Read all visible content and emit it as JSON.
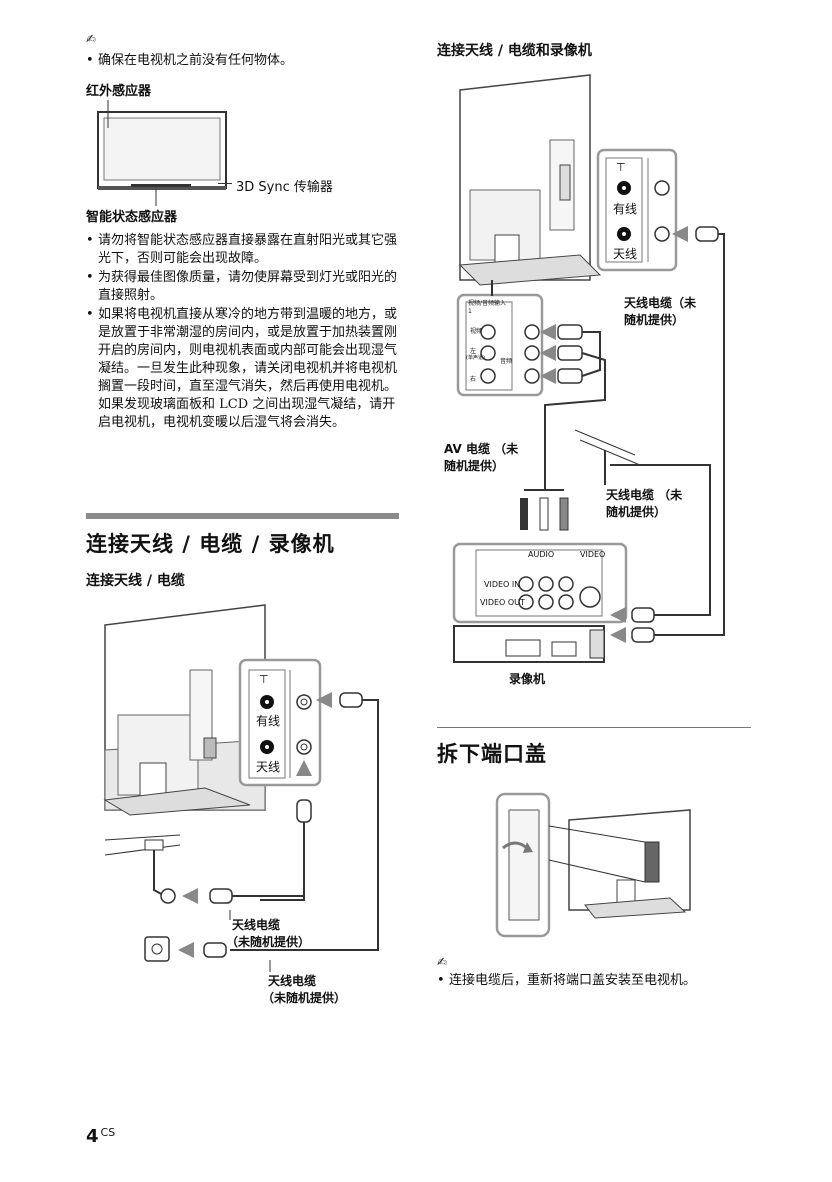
{
  "left": {
    "note1": "确保在电视机之前没有任何物体。",
    "sensor_label": "红外感应器",
    "sync_label": "3D Sync 传输器",
    "smart_label": "智能状态感应器",
    "bullets": [
      "请勿将智能状态感应器直接暴露在直射阳光或其它强光下，否则可能会出现故障。",
      "为获得最佳图像质量，请勿使屏幕受到灯光或阳光的直接照射。",
      "如果将电视机直接从寒冷的地方带到温暖的地方，或是放置于非常潮湿的房间内，或是放置于加热装置刚开启的房间内，则电视机表面或内部可能会出现湿气凝结。一旦发生此种现象，请关闭电视机并将电视机搁置一段时间，直至湿气消失，然后再使用电视机。如果发现玻璃面板和 LCD 之间出现湿气凝结，请开启电视机，电视机变暖以后湿气将会消失。"
    ],
    "section_title": "连接天线 / 电缆 / 录像机",
    "sub_title": "连接天线 / 电缆",
    "diagram": {
      "cable": "有线",
      "antenna": "天线",
      "cable_note1_line1": "天线电缆",
      "cable_note1_line2": "（未随机提供）",
      "cable_note2_line1": "天线电缆",
      "cable_note2_line2": "（未随机提供）"
    }
  },
  "right": {
    "sub_title": "连接天线 / 电缆和录像机",
    "diagram": {
      "cable": "有线",
      "antenna": "天线",
      "ant_cable_line1": "天线电缆（未",
      "ant_cable_line2": "随机提供）",
      "av_cable_line1": "AV 电缆 （未",
      "av_cable_line2": "随机提供）",
      "ant_cable2_line1": "天线电缆 （未",
      "ant_cable2_line2": "随机提供）",
      "panel_title": "视频/音频输入",
      "panel_num": "1",
      "panel_video": "视频",
      "panel_left": "左",
      "panel_left_sub": "(单声道)",
      "panel_audio": "音频",
      "panel_right": "右",
      "audio": "AUDIO",
      "video": "VIDEO",
      "video_in": "VIDEO IN",
      "video_out": "VIDEO OUT",
      "vcr_label": "录像机"
    },
    "section_title": "拆下端口盖",
    "note2": "连接电缆后，重新将端口盖安装至电视机。"
  },
  "page": {
    "number": "4",
    "suffix": "CS"
  }
}
